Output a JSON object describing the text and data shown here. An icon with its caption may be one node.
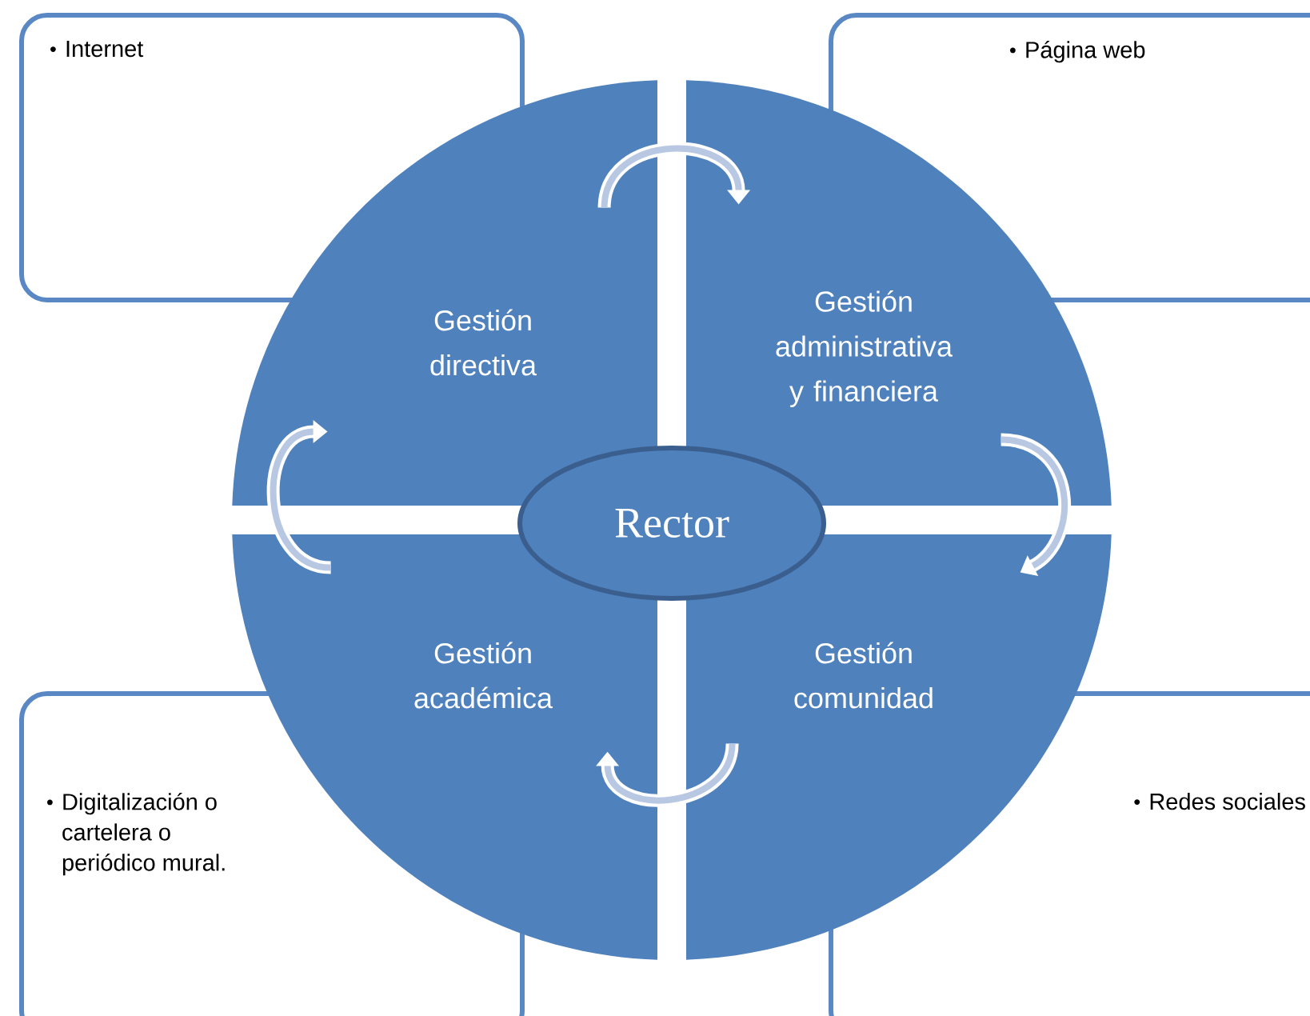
{
  "diagram": {
    "nodes": [
      {
        "text": [
          "Internet"
        ]
      },
      {
        "text": [
          "Página web"
        ]
      },
      {
        "text": [
          "Gestión directiva"
        ]
      },
      {
        "text": [
          "Gestión administrativa y financiera"
        ]
      },
      {
        "text": [
          "Rector"
        ]
      },
      {
        "text": [
          "Gestión académica"
        ]
      },
      {
        "text": [
          "Gestión comunidad"
        ]
      },
      {
        "text": [
          "Digitalización o cartelera o periódico mural."
        ]
      },
      {
        "text": [
          "Redes sociales"
        ]
      }
    ],
    "edges": [
      {
        "from": 2,
        "to": 3,
        "arrow": "to"
      },
      {
        "from": 3,
        "to": 6,
        "arrow": "to"
      },
      {
        "from": 6,
        "to": 5,
        "arrow": "to"
      },
      {
        "from": 5,
        "to": 2,
        "arrow": "to"
      }
    ]
  }
}
